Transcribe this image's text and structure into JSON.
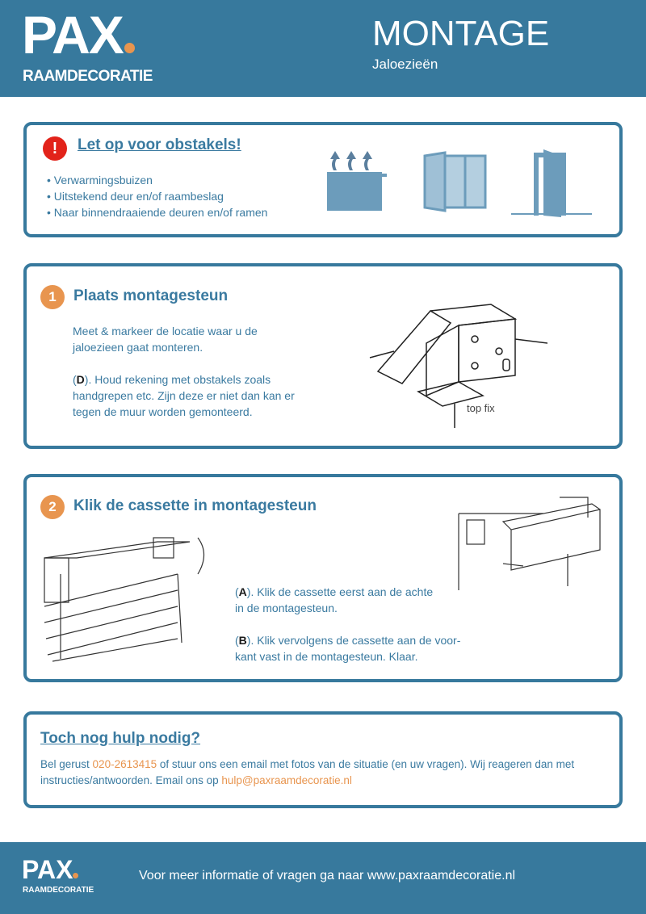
{
  "header": {
    "logo": "PAX",
    "logo_sub": "RAAMDECORATIE",
    "title": "MONTAGE",
    "subtitle": "Jaloezieën"
  },
  "warning": {
    "icon": "!",
    "title": "Let op voor obstakels!",
    "items": [
      "Verwarmingsbuizen",
      "Uitstekend deur en/of raambeslag",
      "Naar binnendraaiende deuren en/of ramen"
    ]
  },
  "step1": {
    "number": "1",
    "title": "Plaats montagesteun",
    "text1": "Meet & markeer de locatie waar u de jaloezieen gaat monteren.",
    "bold": "D",
    "text2": "). Houd rekening met obstakels zoals handgrepen etc. Zijn deze er niet dan kan er tegen de muur worden gemonteerd.",
    "diagram_label": "top fix"
  },
  "step2": {
    "number": "2",
    "title": "Klik de cassette in montagesteun",
    "a_label": "A",
    "a_text": "). Klik de cassette eerst aan de achte",
    "a_text2": "in de montagesteun.",
    "b_label": "B",
    "b_text": "). Klik vervolgens de cassette aan de voor-kant vast in de montagesteun. Klaar."
  },
  "help": {
    "title": "Toch nog hulp nodig?",
    "t1": "Bel gerust ",
    "phone": "020-2613415",
    "t2": " of stuur ons een email met fotos van de situatie (en uw vragen). Wij reageren dan met instructies/antwoorden. Email ons op ",
    "email": "hulp@paxraamdecoratie.nl"
  },
  "footer": {
    "logo": "PAX",
    "logo_sub": "RAAMDECORATIE",
    "text": "Voor meer informatie of vragen ga naar www.paxraamdecoratie.nl"
  },
  "colors": {
    "brand": "#37799d",
    "accent": "#e8954f",
    "alert": "#e2231a"
  }
}
